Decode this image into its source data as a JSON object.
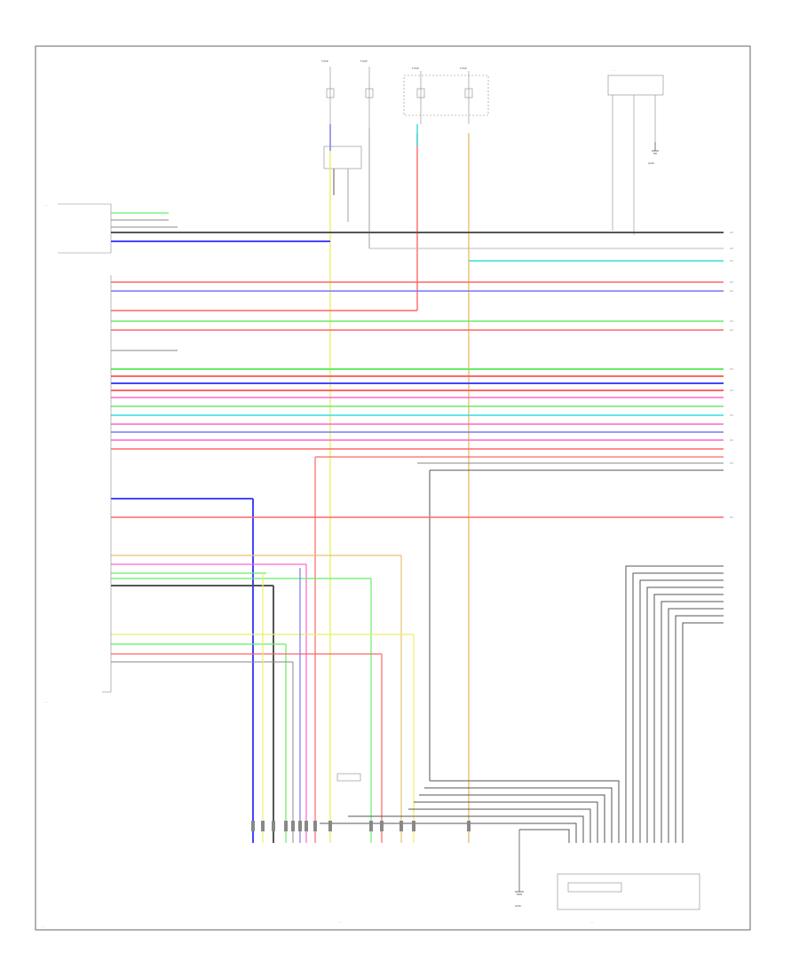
{
  "diagram": {
    "colors": {
      "frame": "#666666",
      "red": "#ff6666",
      "pink": "#ff66cc",
      "green": "#66ee66",
      "blue": "#4444ff",
      "lightblue": "#7777ff",
      "cyan": "#33dddd",
      "yellow": "#eeee66",
      "orange": "#e8c070",
      "gray": "#555555",
      "lightgray": "#bbbbbb",
      "black": "#333333"
    },
    "unreadable_label": "····",
    "fuse_labels": [
      "FUSE",
      "FUSE",
      "FUSE",
      "FUSE"
    ],
    "ground_labels": [
      "GND",
      "GND"
    ]
  }
}
